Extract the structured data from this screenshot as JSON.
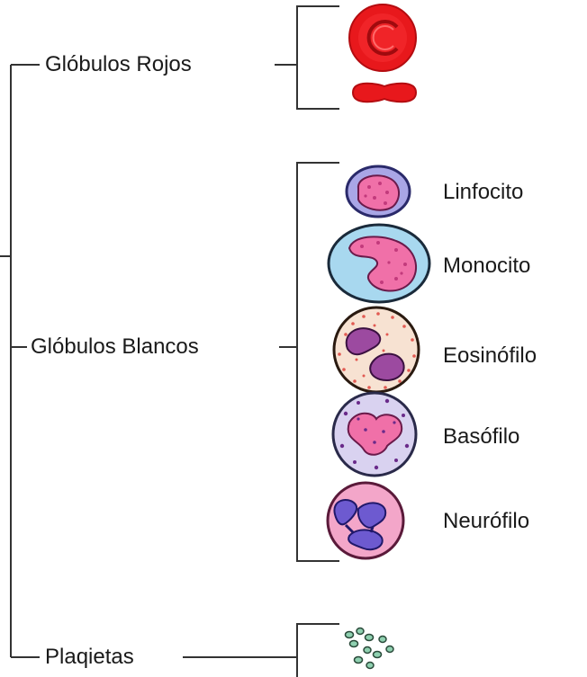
{
  "categories": {
    "red": "Glóbulos Rojos",
    "white": "Glóbulos Blancos",
    "platelets": "Plaqietas"
  },
  "white_cells": [
    "Linfocito",
    "Monocito",
    "Eosinófilo",
    "Basófilo",
    "Neurófilo"
  ],
  "colors": {
    "line": "#333333",
    "red_cell": "#e8181c",
    "red_cell_dark": "#b40c10",
    "lympho_membrane": "#a9a6e6",
    "mono_cytoplasm": "#a8d8ef",
    "nucleus_pink": "#f070a8",
    "eosino_cytoplasm": "#f7e2d2",
    "eosino_granules": "#e25a52",
    "nucleus_purple": "#9c4aa0",
    "baso_cytoplasm": "#d9d2f0",
    "neutro_cytoplasm": "#f3a6c9",
    "nucleus_blue": "#6d5ad0",
    "platelet": "#8fd0b0"
  }
}
